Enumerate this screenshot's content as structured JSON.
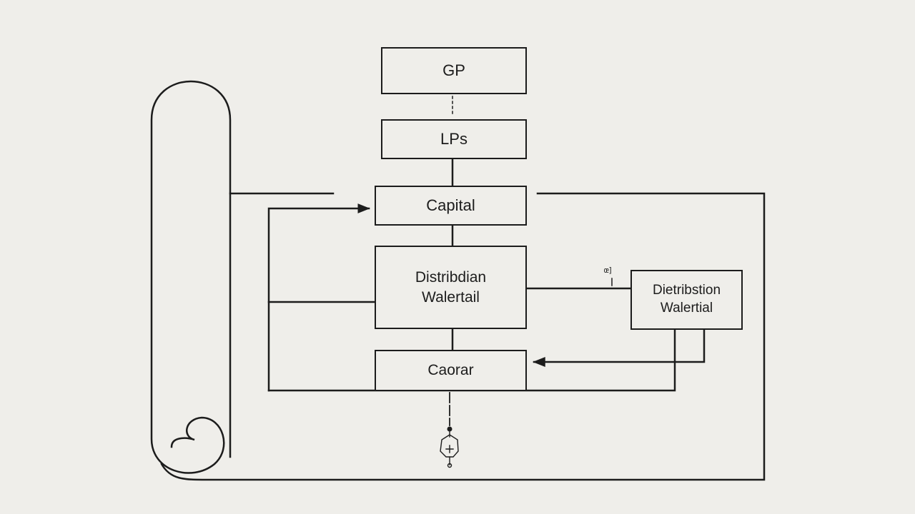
{
  "nodes": {
    "gp": {
      "label": "GP"
    },
    "lps": {
      "label": "LPs"
    },
    "capital": {
      "label": "Capital"
    },
    "distribution_main": {
      "line1": "Distribdian",
      "line2": "Walertail"
    },
    "distribution_side": {
      "line1": "Dietribstion",
      "line2": "Walertial"
    },
    "caorar": {
      "label": "Caorar"
    }
  },
  "side_tag": "œ]",
  "bottom_icon": "lock-icon",
  "colors": {
    "background": "#efeeea",
    "stroke": "#1c1c1c"
  }
}
